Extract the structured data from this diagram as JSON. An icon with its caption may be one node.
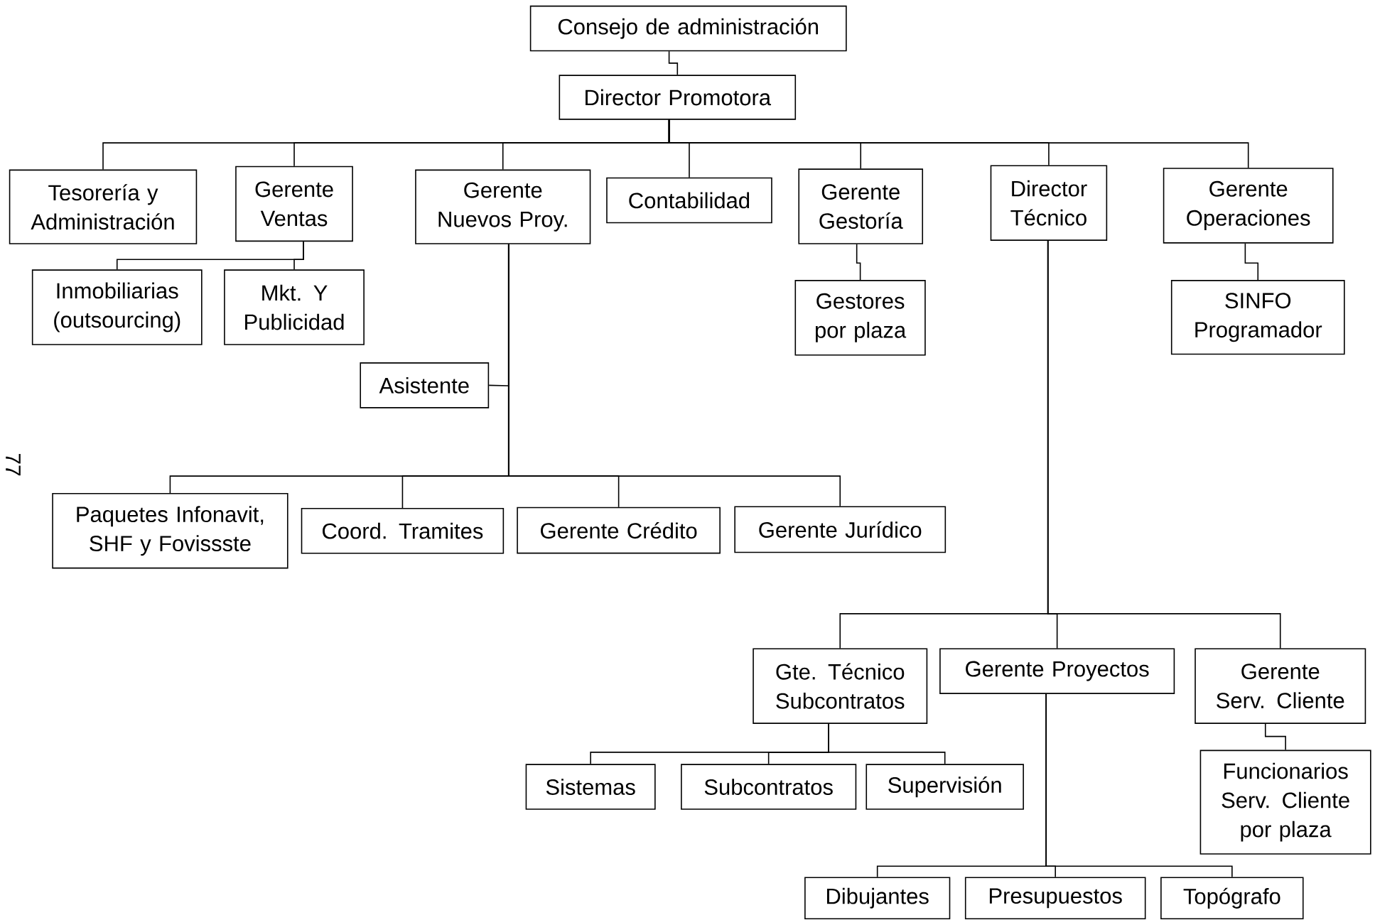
{
  "diagram": {
    "nodes": [
      {
        "text": [
          "Consejo de administración"
        ]
      },
      {
        "text": [
          "Director Promotora"
        ]
      },
      {
        "text": [
          "Tesorería y Administración"
        ]
      },
      {
        "text": [
          "Gerente Ventas"
        ]
      },
      {
        "text": [
          "Gerente Nuevos Proy."
        ]
      },
      {
        "text": [
          "Contabilidad"
        ]
      },
      {
        "text": [
          "Gerente Gestoría"
        ]
      },
      {
        "text": [
          "Director Técnico"
        ]
      },
      {
        "text": [
          "Gerente Operaciones"
        ]
      },
      {
        "text": [
          "Inmobiliarias (outsourcing)"
        ]
      },
      {
        "text": [
          "Mkt. Y Publicidad"
        ]
      },
      {
        "text": [
          "Gestores por plaza"
        ]
      },
      {
        "text": [
          "SINFO Programador"
        ]
      },
      {
        "text": [
          "Asistente"
        ]
      },
      {
        "text": [
          "Paquetes Infonavit, SHF y Fovissste"
        ]
      },
      {
        "text": [
          "Coord. Tramites"
        ]
      },
      {
        "text": [
          "Gerente Crédito"
        ]
      },
      {
        "text": [
          "Gerente Jurídico"
        ]
      },
      {
        "text": [
          "Gte. Técnico Subcontratos"
        ]
      },
      {
        "text": [
          "Gerente Proyectos"
        ]
      },
      {
        "text": [
          "Gerente Serv. Cliente"
        ]
      },
      {
        "text": [
          "Sistemas"
        ]
      },
      {
        "text": [
          "Subcontratos"
        ]
      },
      {
        "text": [
          "Supervisión"
        ]
      },
      {
        "text": [
          "Funcionarios Serv. Cliente por plaza"
        ]
      },
      {
        "text": [
          "Dibujantes"
        ]
      },
      {
        "text": [
          "Presupuestos"
        ]
      },
      {
        "text": [
          "Topógrafo"
        ]
      }
    ],
    "edges": [
      {
        "from": 0,
        "to": 1,
        "arrow": "none"
      },
      {
        "from": 1,
        "to": 2,
        "arrow": "none"
      },
      {
        "from": 1,
        "to": 3,
        "arrow": "none"
      },
      {
        "from": 1,
        "to": 4,
        "arrow": "none"
      },
      {
        "from": 1,
        "to": 5,
        "arrow": "none"
      },
      {
        "from": 1,
        "to": 6,
        "arrow": "none"
      },
      {
        "from": 1,
        "to": 7,
        "arrow": "none"
      },
      {
        "from": 1,
        "to": 8,
        "arrow": "none"
      },
      {
        "from": 3,
        "to": 9,
        "arrow": "none"
      },
      {
        "from": 3,
        "to": 10,
        "arrow": "none"
      },
      {
        "from": 6,
        "to": 11,
        "arrow": "none"
      },
      {
        "from": 8,
        "to": 12,
        "arrow": "none"
      },
      {
        "from": 4,
        "to": 13,
        "arrow": "none"
      },
      {
        "from": 4,
        "to": 14,
        "arrow": "none"
      },
      {
        "from": 4,
        "to": 15,
        "arrow": "none"
      },
      {
        "from": 4,
        "to": 16,
        "arrow": "none"
      },
      {
        "from": 4,
        "to": 17,
        "arrow": "none"
      },
      {
        "from": 7,
        "to": 18,
        "arrow": "none"
      },
      {
        "from": 7,
        "to": 19,
        "arrow": "none"
      },
      {
        "from": 7,
        "to": 20,
        "arrow": "none"
      },
      {
        "from": 18,
        "to": 21,
        "arrow": "none"
      },
      {
        "from": 18,
        "to": 22,
        "arrow": "none"
      },
      {
        "from": 18,
        "to": 23,
        "arrow": "none"
      },
      {
        "from": 20,
        "to": 24,
        "arrow": "none"
      },
      {
        "from": 19,
        "to": 25,
        "arrow": "none"
      },
      {
        "from": 19,
        "to": 26,
        "arrow": "none"
      },
      {
        "from": 19,
        "to": 27,
        "arrow": "none"
      }
    ],
    "labels": [
      "77"
    ]
  }
}
